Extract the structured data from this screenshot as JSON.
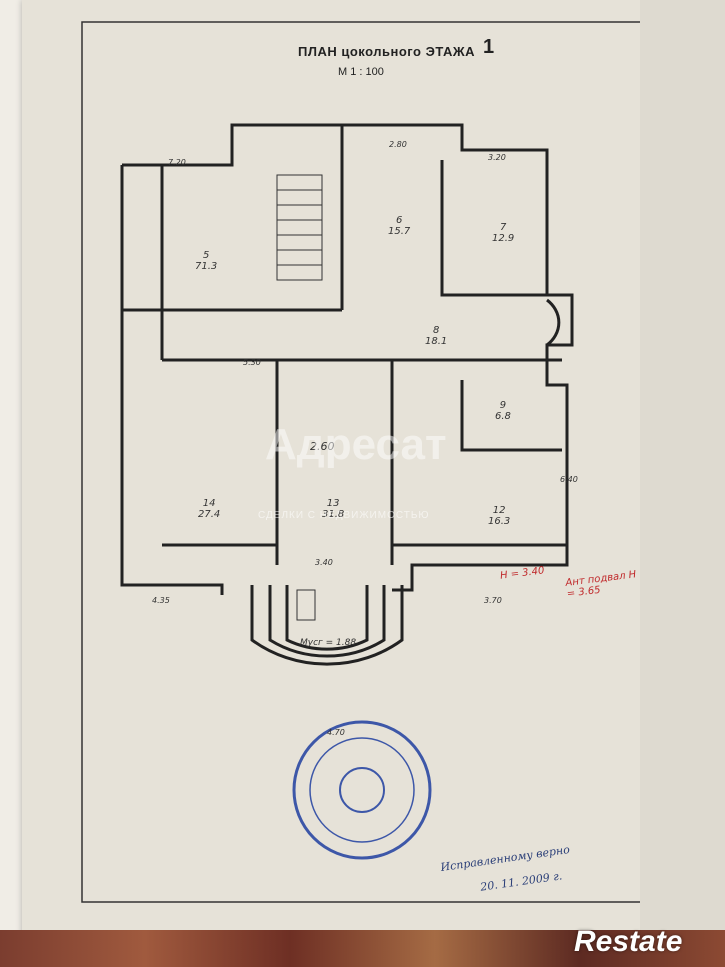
{
  "plan": {
    "title": "ПЛАН цокольного ЭТАЖА",
    "number": "1",
    "scale": "М 1 : 100"
  },
  "rooms": [
    {
      "num": "5",
      "area": "71.3"
    },
    {
      "num": "6",
      "area": "15.7"
    },
    {
      "num": "7",
      "area": "12.9"
    },
    {
      "num": "8",
      "area": "18.1"
    },
    {
      "num": "9",
      "area": "6.8"
    },
    {
      "num": "12",
      "area": "16.3"
    },
    {
      "num": "13",
      "area": "31.8"
    },
    {
      "num": "14",
      "area": "27.4"
    }
  ],
  "dimensions": [
    "7.20",
    "2.80",
    "5.30",
    "3.40",
    "4.35",
    "3.70",
    "4.70",
    "2.60",
    "6.40",
    "3.20"
  ],
  "notes": {
    "red_note": "Ант подвал H = 3.65",
    "height": "H = 3.40",
    "kugel": "Мусг = 1.88",
    "signature": "Исправленному верно",
    "signature_date": "20. 11. 2009 г."
  },
  "watermark": {
    "brand": "Адресат",
    "sub": "СДЕЛКИ С НЕДВИЖИМОСТЬЮ"
  },
  "logo": "Restate"
}
